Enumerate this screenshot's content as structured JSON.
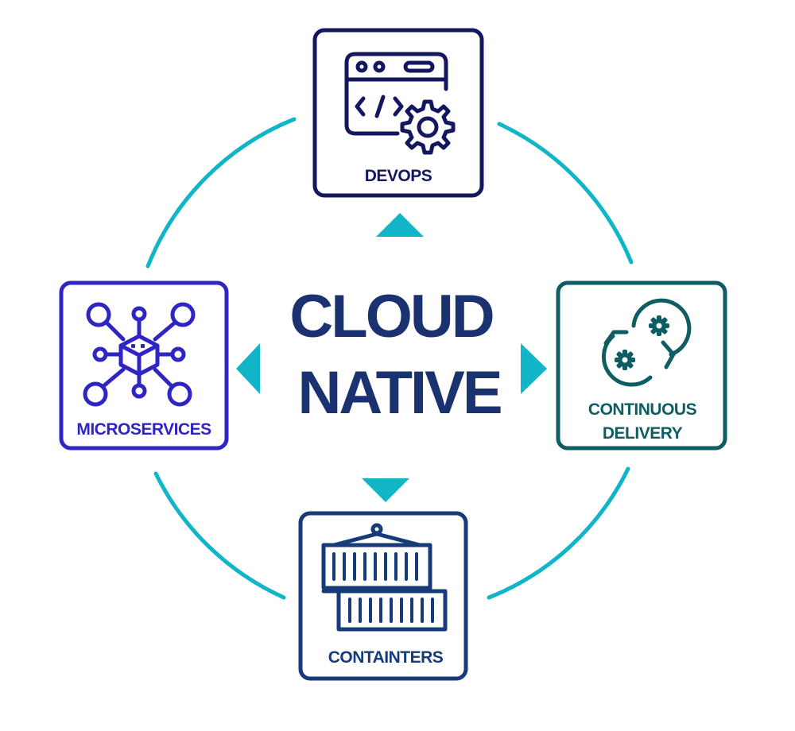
{
  "center": {
    "line1": "CLOUD",
    "line2": "NATIVE"
  },
  "nodes": {
    "devops": {
      "label": "DEVOPS",
      "icon": "browser-code-gear-icon"
    },
    "microservices": {
      "label": "MICROSERVICES",
      "icon": "network-cube-icon"
    },
    "delivery": {
      "label_line1": "CONTINUOUS",
      "label_line2": "DELIVERY",
      "icon": "cycle-gears-icon"
    },
    "containers": {
      "label": "CONTAINTERS",
      "icon": "shipping-container-icon"
    }
  },
  "colors": {
    "ring": "#12b5c8",
    "title": "#1b3270",
    "devops": "#13185e",
    "microservices": "#2f24c4",
    "delivery": "#0e5d62",
    "containers": "#173a78"
  }
}
